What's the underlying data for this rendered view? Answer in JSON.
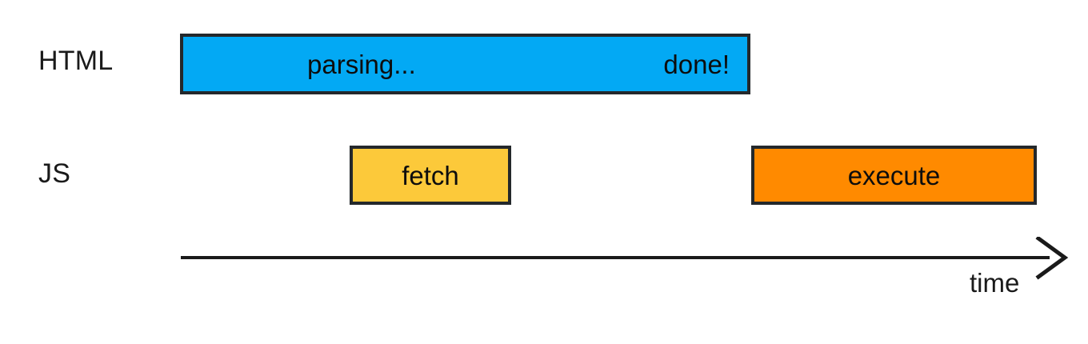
{
  "diagram": {
    "title_rows": [
      {
        "id": "html",
        "label": "HTML"
      },
      {
        "id": "js",
        "label": "JS"
      }
    ],
    "bars": [
      {
        "id": "parsing",
        "row": "HTML",
        "left_text": "parsing...",
        "right_text": "done!",
        "color": "#03A9F4",
        "border_color": "#24282B"
      },
      {
        "id": "fetch",
        "row": "JS",
        "text": "fetch",
        "color": "#FCC93A",
        "border_color": "#24282B"
      },
      {
        "id": "execute",
        "row": "JS",
        "text": "execute",
        "color": "#FF8A00",
        "border_color": "#24282B"
      }
    ],
    "axis": {
      "label": "time",
      "icon": "arrow-right-icon",
      "color": "#1A1A1A"
    },
    "background": "#FFFFFF"
  }
}
